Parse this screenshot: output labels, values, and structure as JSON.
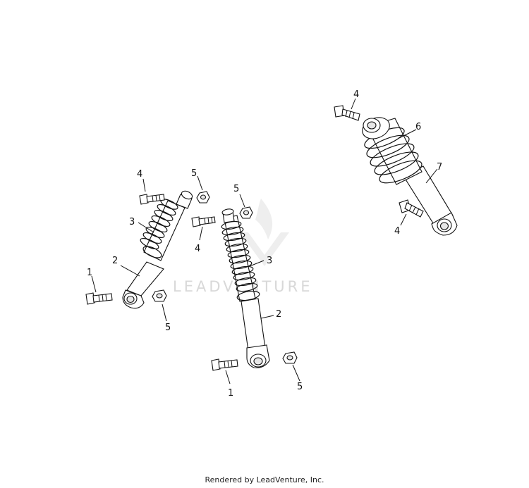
{
  "watermark": {
    "text": "LEADVENTURE"
  },
  "footer": {
    "text": "Rendered by LeadVenture, Inc."
  },
  "callouts": {
    "left_shock": {
      "bolt_bottom": "1",
      "body": "2",
      "spring": "3",
      "bolt_top": "4",
      "bolt_mid": "4",
      "nut_top": "5",
      "nut_bottom": "5"
    },
    "center_shock": {
      "bolt_bottom": "1",
      "body": "2",
      "spring": "3",
      "nut_top": "5",
      "nut_bottom": "5"
    },
    "right_shock": {
      "bolt_top": "4",
      "bolt_bottom": "4",
      "spring": "6",
      "body": "7"
    }
  },
  "icons": {
    "watermark_logo": "flame-v-logo-icon"
  }
}
